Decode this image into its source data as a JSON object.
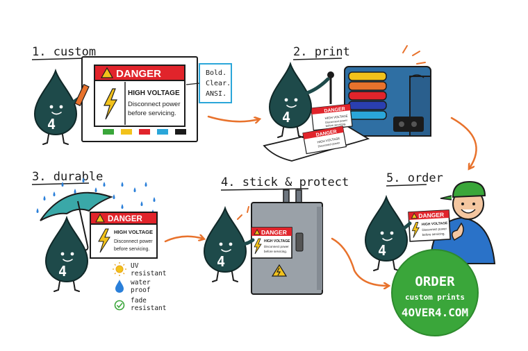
{
  "steps": [
    {
      "title": "1. custom"
    },
    {
      "title": "2. print"
    },
    {
      "title": "3. durable"
    },
    {
      "title": "4. stick & protect"
    },
    {
      "title": "5. order"
    }
  ],
  "sign": {
    "danger": "DANGER",
    "headline": "HIGH VOLTAGE",
    "line1": "Disconnect power",
    "line2": "before servicing.",
    "headline_small": "HIGH VOLTAGE",
    "line1_small": "Disconnect power",
    "line2_small": "before servicing."
  },
  "note": {
    "line1": "Bold.",
    "line2": "Clear.",
    "line3": "ANSI."
  },
  "droplet_label": "4",
  "features": [
    {
      "line1": "UV",
      "line2": "resistant",
      "icon": "sun-icon"
    },
    {
      "line1": "water",
      "line2": "proof",
      "icon": "water-drop-icon"
    },
    {
      "line1": "fade",
      "line2": "resistant",
      "icon": "check-circle-icon"
    }
  ],
  "order_badge": {
    "line1": "ORDER",
    "line2": "custom prints",
    "line3": "4OVER4.COM"
  },
  "colors": {
    "danger_red": "#e1242b",
    "droplet": "#1e4a4a",
    "arrow": "#e8722c",
    "badge_green": "#3aa63a",
    "press_blue": "#2f6fa3",
    "umbrella": "#3aa8a8",
    "swatches": [
      "#3aa63a",
      "#f2c21b",
      "#e1242b",
      "#2aa6d9",
      "#1b1b1b"
    ]
  }
}
